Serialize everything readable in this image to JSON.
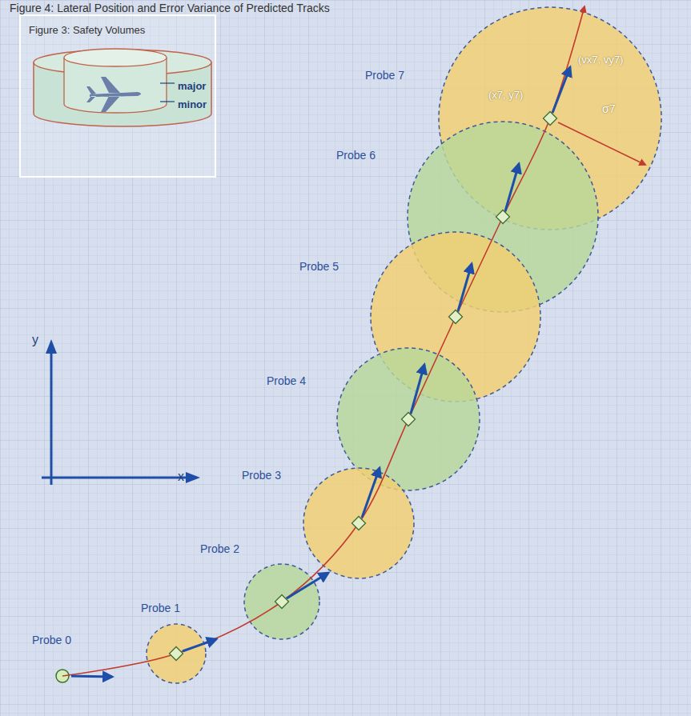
{
  "diagram": {
    "title": "Figure 4: Lateral Position and Error Variance of Predicted Tracks",
    "nodes": [
      {
        "text": [
          "Figure 3: Safety Volumes"
        ]
      },
      {
        "text": [
          "Probe 7"
        ]
      },
      {
        "text": [
          "Probe 6"
        ]
      },
      {
        "text": [
          "Probe 5"
        ]
      },
      {
        "text": [
          "Probe 4"
        ]
      },
      {
        "text": [
          "Probe 3"
        ]
      },
      {
        "text": [
          "Probe 2"
        ]
      },
      {
        "text": [
          "Probe 1"
        ]
      },
      {
        "text": [
          "Probe 0"
        ]
      }
    ],
    "labels": [
      "major",
      "minor",
      "(x7, y7)",
      "(vx7, vy7)",
      "σ7",
      "y",
      "x"
    ]
  }
}
